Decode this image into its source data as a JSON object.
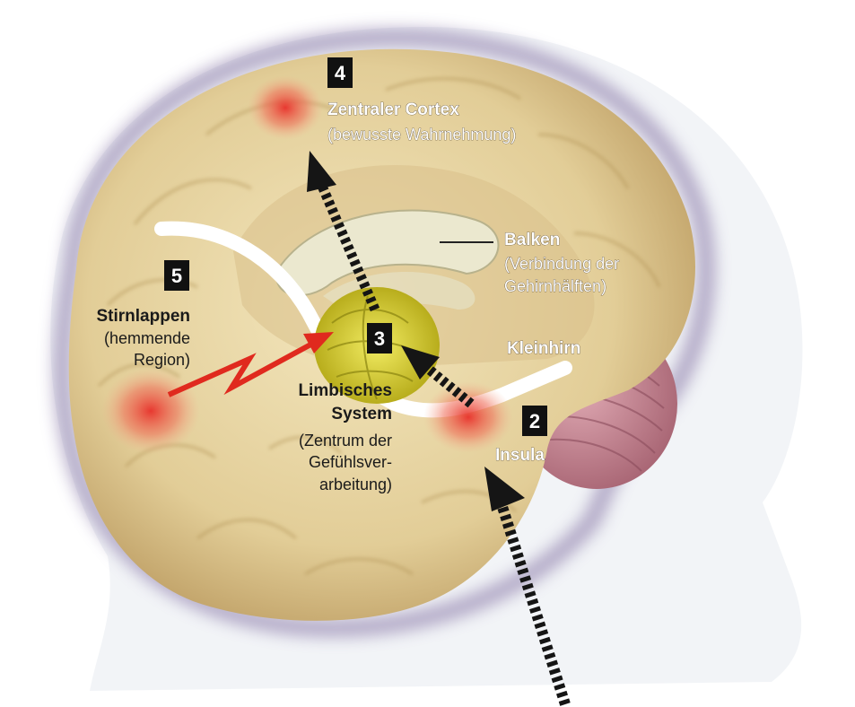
{
  "markers": [
    {
      "number": "4",
      "title": "Zentraler Cortex",
      "lines": [
        "(bewusste Wahrnehmung)"
      ]
    },
    {
      "number": "5",
      "title": "Stirnlappen",
      "lines": [
        "(hemmende",
        "Region)"
      ]
    },
    {
      "number": "3",
      "title_lines": [
        "Limbisches",
        "System"
      ],
      "lines": [
        "(Zentrum der",
        "Gefühlsver-",
        "arbeitung)"
      ]
    },
    {
      "number": "2",
      "title": "Insula",
      "lines": []
    }
  ],
  "labels": {
    "balken": {
      "title": "Balken",
      "lines": [
        "(Verbindung der",
        "Gehirnhälften)"
      ]
    },
    "kleinhirn": {
      "title": "Kleinhirn"
    }
  },
  "colors": {
    "brain": "#e8d6a4",
    "brain_dark": "#c9ae74",
    "limbic": "#d9d23a",
    "cerebellum": "#c98d9a",
    "hotspot": "#e23b2e",
    "arrow_red": "#e02a1e",
    "outline_glow": "#7d6a9c",
    "marker_bg": "#111111"
  }
}
